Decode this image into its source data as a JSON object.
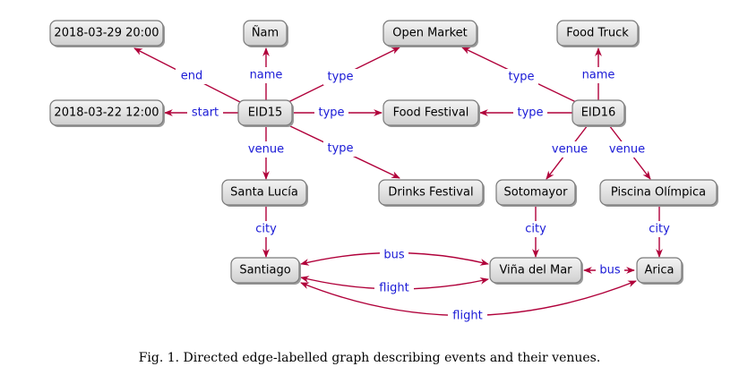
{
  "nodes": {
    "date_end": "2018-03-29 20:00",
    "nam": "Ñam",
    "open_market": "Open Market",
    "food_truck": "Food Truck",
    "date_start": "2018-03-22 12:00",
    "eid15": "EID15",
    "food_festival": "Food Festival",
    "eid16": "EID16",
    "santa_lucia": "Santa Lucía",
    "drinks_festival": "Drinks Festival",
    "sotomayor": "Sotomayor",
    "piscina_olimpica": "Piscina Olímpica",
    "santiago": "Santiago",
    "vina_del_mar": "Viña del Mar",
    "arica": "Arica"
  },
  "edge_labels": {
    "end": "end",
    "name": "name",
    "type": "type",
    "start": "start",
    "venue": "venue",
    "city": "city",
    "bus": "bus",
    "flight": "flight"
  },
  "caption": "Fig. 1.  Directed edge-labelled graph describing events and their venues.",
  "colors": {
    "edge": "#b0003a",
    "edge_label": "#1a1ad6",
    "node_fill_top": "#f4f4f4",
    "node_fill_bottom": "#cfcfcf",
    "node_border": "#7a7a7a"
  }
}
